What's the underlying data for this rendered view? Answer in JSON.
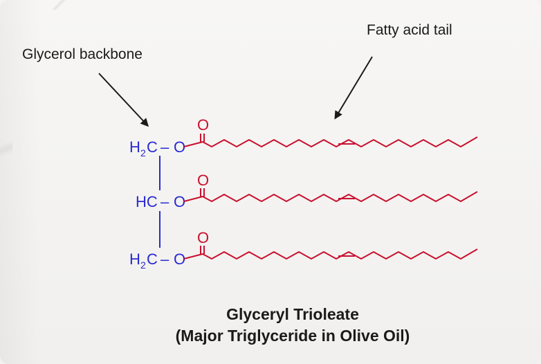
{
  "labels": {
    "glycerol_backbone": "Glycerol backbone",
    "fatty_acid_tail": "Fatty acid tail"
  },
  "atoms": {
    "h2c_top_h": "H",
    "h2c_top_sub": "2",
    "h2c_top_c": "C",
    "hc_mid": "HC",
    "h2c_bot_h": "H",
    "h2c_bot_sub": "2",
    "h2c_bot_c": "C",
    "o_ester_1": "O",
    "o_ester_2": "O",
    "o_ester_3": "O",
    "o_carbonyl_1": "O",
    "o_carbonyl_2": "O",
    "o_carbonyl_3": "O",
    "dash_1": "–",
    "dash_2": "–",
    "dash_3": "–"
  },
  "title": {
    "line1": "Glyceryl Trioleate",
    "line2": "(Major Triglyceride in Olive Oil)"
  },
  "colors": {
    "backbone": "#2a2ad0",
    "tail": "#c8102e",
    "text": "#1a1a1a",
    "background": "#f4f3f1"
  }
}
